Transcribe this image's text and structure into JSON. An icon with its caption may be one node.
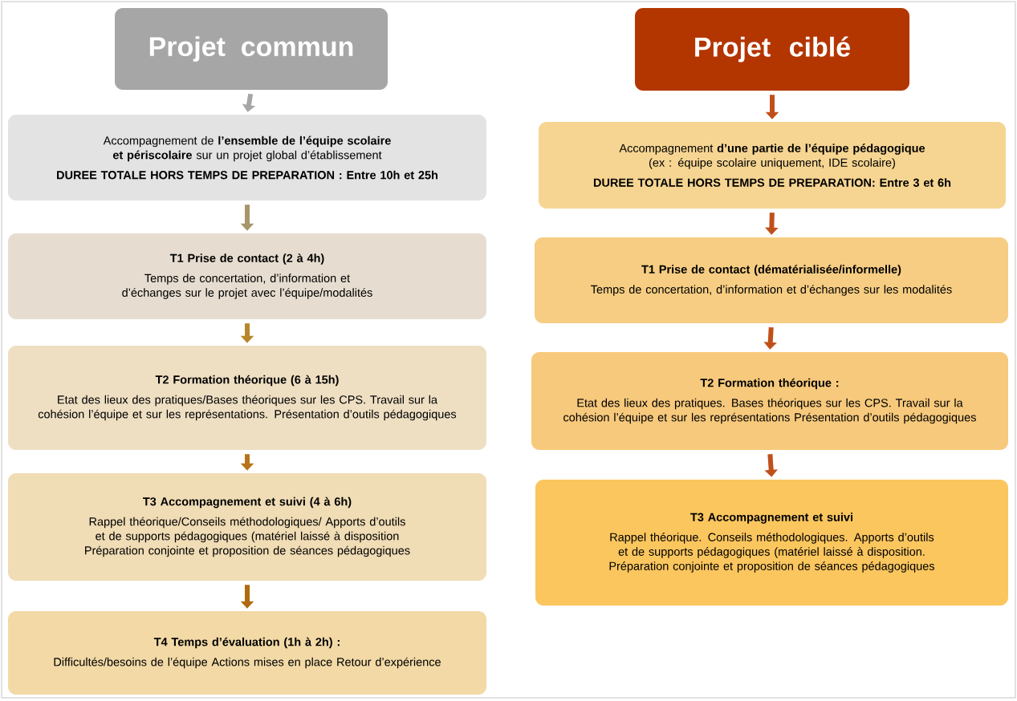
{
  "diagram": {
    "nodes": [
      {
        "text": [
          "Projet commun"
        ]
      },
      {
        "text": [
          "Accompagnement de **l’ensemble de l’équipe scolaire et périscolaire** sur un projet global d’établissement",
          "DUREE TOTALE HORS TEMPS DE PREPARATION : Entre 10h et 25h"
        ]
      },
      {
        "text": [
          "T1 Prise de contact (2 à 4h)",
          "Temps de concertation, d’information et d’échanges sur le projet avec l’équipe/modalités"
        ]
      },
      {
        "text": [
          "T2 Formation théorique (6 à 15h)",
          "Etat des lieux des pratiques/Bases théoriques sur les CPS. Travail sur la cohésion l’équipe et sur les représentations. Présentation d’outils pédagogiques"
        ]
      },
      {
        "text": [
          "T3 Accompagnement et suivi (4 à 6h)",
          "Rappel théorique/Conseils méthodologiques/ Apports d’outils et de supports pédagogiques (matériel laissé à disposition Préparation conjointe et proposition de séances pédagogiques"
        ]
      },
      {
        "text": [
          "T4 Temps d’évaluation (1h à 2h) :",
          "Difficultés/besoins de l’équipe Actions mises en place Retour d’expérience"
        ]
      },
      {
        "text": [
          "Projet ciblé"
        ]
      },
      {
        "text": [
          "Accompagnement **d’une partie de l’équipe pédagogique** (ex : équipe scolaire uniquement, IDE scolaire)",
          "DUREE TOTALE HORS TEMPS DE PREPARATION: Entre 3 et 6h"
        ]
      },
      {
        "text": [
          "T1 Prise de contact (dématérialisée/informelle)",
          "Temps de concertation, d’information et d’échanges sur les modalités"
        ]
      },
      {
        "text": [
          "T2 Formation théorique :",
          "Etat des lieux des pratiques. Bases théoriques sur les CPS. Travail sur la cohésion l’équipe et sur les représentations Présentation d’outils pédagogiques"
        ]
      },
      {
        "text": [
          "T3 Accompagnement et suivi",
          "Rappel théorique. Conseils méthodologiques. Apports d’outils et de supports pédagogiques (matériel laissé à disposition. Préparation conjointe et proposition de séances pédagogiques"
        ]
      }
    ],
    "edges": [
      {
        "from": 0,
        "to": 1,
        "arrow": "to",
        "color": "#a6a6a6"
      },
      {
        "from": 1,
        "to": 2,
        "arrow": "to",
        "color": "#a8956a"
      },
      {
        "from": 2,
        "to": 3,
        "arrow": "to",
        "color": "#b8862b"
      },
      {
        "from": 3,
        "to": 4,
        "arrow": "to",
        "color": "#b8741a"
      },
      {
        "from": 4,
        "to": 5,
        "arrow": "to",
        "color": "#b06a10"
      },
      {
        "from": 6,
        "to": 7,
        "arrow": "to"
      },
      {
        "from": 7,
        "to": 8,
        "arrow": "to"
      },
      {
        "from": 8,
        "to": 9,
        "arrow": "to"
      },
      {
        "from": 9,
        "to": 10,
        "arrow": "to"
      }
    ]
  }
}
